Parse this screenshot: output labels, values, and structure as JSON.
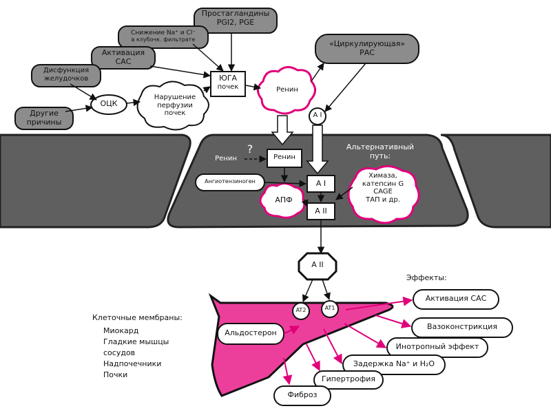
{
  "colors": {
    "cell": "#5f5f5f",
    "cell_border": "#222222",
    "magenta": "#e0007a",
    "box_gray": "#8c8c8c",
    "membrane": "#ec3f9c"
  },
  "top": {
    "prostaglandins": [
      "Простагландины",
      "PGI2, PGE"
    ],
    "na_cl": [
      "Снижение Na⁺ и Cl⁻",
      "в клубочк. фильтрате"
    ],
    "sas": [
      "Активация",
      "САС"
    ],
    "dysfunction": [
      "Дисфункция",
      "желудочков"
    ],
    "other": [
      "Другие",
      "причины"
    ],
    "ock": "ОЦК",
    "perfusion": [
      "Нарушение",
      "перфузии",
      "почек"
    ],
    "yuga": [
      "ЮГА",
      "почек"
    ],
    "renin": "Ренин",
    "circulating": [
      "«Циркулирующая»",
      "РАС"
    ],
    "a1": "A I"
  },
  "cell": {
    "renin_left": "Ренин",
    "question": "?",
    "renin_box": "Ренин",
    "alt_path": [
      "Альтернативный",
      "путь:"
    ],
    "angiotensinogen": "Ангиотензиноген",
    "a1_box": "A I",
    "apf": "АПФ",
    "a2_box": "A II",
    "enzymes": [
      "Химаза,",
      "катепсин G",
      "CAGE",
      "ТАП и др."
    ]
  },
  "bottom": {
    "a2": "A II",
    "at2": "AT2",
    "at1": "AT1",
    "effects_title": "Эффекты:",
    "membranes_title": "Клеточные мембраны:",
    "membranes": [
      "Миокард",
      "Гладкие мышцы",
      "сосудов",
      "Надпочечники",
      "Почки"
    ],
    "aldosterone": "Альдостерон",
    "effects": [
      "Активация САС",
      "Вазоконстрикция",
      "Инотропный эффект",
      "Задержка Na⁺ и H₂O",
      "Гипертрофия",
      "Фиброз"
    ]
  }
}
